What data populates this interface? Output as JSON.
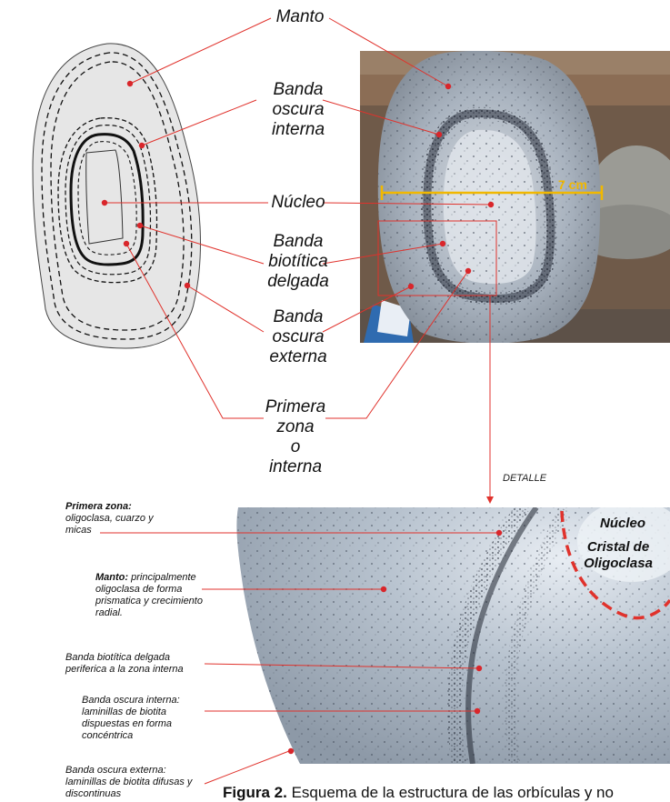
{
  "labels": {
    "manto": "Manto",
    "banda_oscura_interna": [
      "Banda",
      "oscura",
      "interna"
    ],
    "nucleo": "Núcleo",
    "banda_biotitica": [
      "Banda",
      "biotítica",
      "delgada"
    ],
    "banda_oscura_externa": [
      "Banda",
      "oscura",
      "externa"
    ],
    "primera_zona": [
      "Primera",
      "zona",
      "o",
      "interna"
    ]
  },
  "scale_label": "7 cm",
  "detalle": "DETALLE",
  "detail_photo_labels": {
    "nucleo": "Núcleo",
    "cristal": [
      "Cristal de",
      "Oligoclasa"
    ]
  },
  "notes": {
    "primera_zona_title": "Primera zona:",
    "primera_zona_text": "oligoclasa, cuarzo y micas",
    "manto_title": "Manto:",
    "manto_text": "principalmente oligoclasa de forma prismatica y crecimiento radial.",
    "banda_biotitica_text": "Banda biotítica delgada periferica a la zona interna",
    "banda_interna_text": "Banda oscura interna: laminillas de biotita dispuestas en forma concéntrica",
    "banda_externa_text": "Banda oscura externa: laminillas de biotita difusas y discontinuas"
  },
  "caption": {
    "prefix": "Figura 2.",
    "text": "Esquema de la estructura de las orbículas y no"
  },
  "colors": {
    "leader": "#e0322c",
    "dot": "#d9262b",
    "schematic_fill": "#e6e6e6",
    "scale": "#f1b800"
  }
}
